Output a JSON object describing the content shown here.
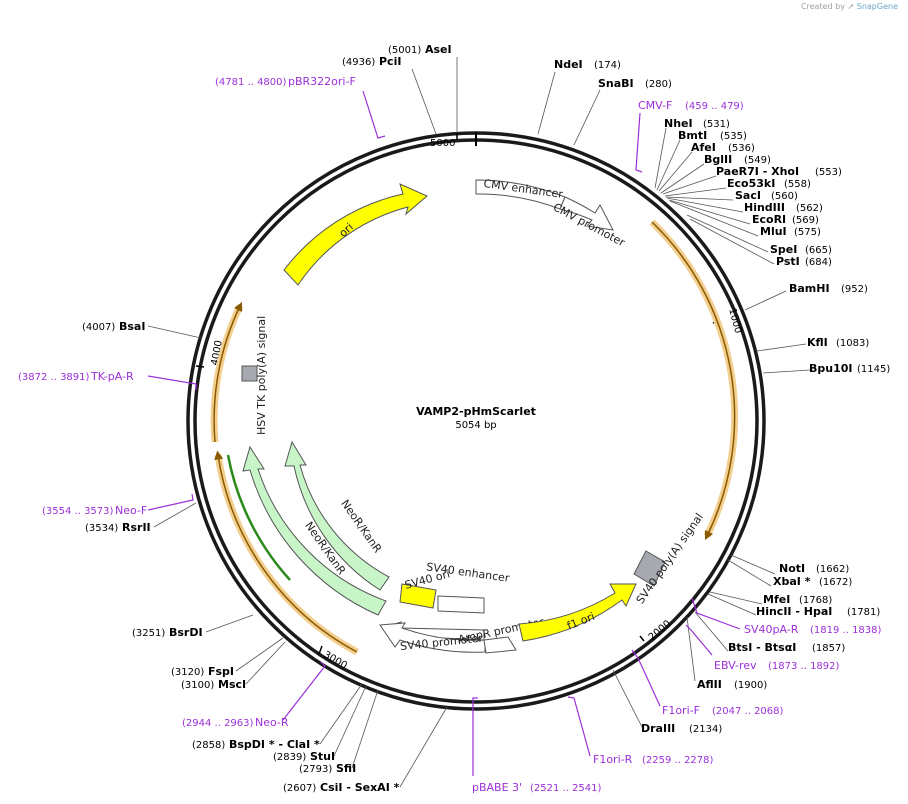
{
  "credit": {
    "prefix": "Created by",
    "brand": "SnapGene"
  },
  "plasmid": {
    "name": "VAMP2-pHmScarlet",
    "length": "5054 bp"
  },
  "ticks": [
    "1000",
    "2000",
    "3000",
    "4000",
    "5000"
  ],
  "enzymes_right": [
    {
      "name": "NdeI",
      "pos": "(174)"
    },
    {
      "name": "SnaBI",
      "pos": "(280)"
    },
    {
      "name": "NheI",
      "pos": "(531)"
    },
    {
      "name": "BmtI",
      "pos": "(535)"
    },
    {
      "name": "AfeI",
      "pos": "(536)"
    },
    {
      "name": "BglII",
      "pos": "(549)"
    },
    {
      "name": "PaeR7I - XhoI",
      "pos": "(553)"
    },
    {
      "name": "Eco53kI",
      "pos": "(558)"
    },
    {
      "name": "SacI",
      "pos": "(560)"
    },
    {
      "name": "HindIII",
      "pos": "(562)"
    },
    {
      "name": "EcoRI",
      "pos": "(569)"
    },
    {
      "name": "MluI",
      "pos": "(575)"
    },
    {
      "name": "SpeI",
      "pos": "(665)"
    },
    {
      "name": "PstI",
      "pos": "(684)"
    },
    {
      "name": "BamHI",
      "pos": "(952)"
    },
    {
      "name": "KflI",
      "pos": "(1083)"
    },
    {
      "name": "Bpu10I",
      "pos": "(1145)"
    },
    {
      "name": "NotI",
      "pos": "(1662)"
    },
    {
      "name": "XbaI *",
      "pos": "(1672)"
    },
    {
      "name": "MfeI",
      "pos": "(1768)"
    },
    {
      "name": "HincII - HpaI",
      "pos": "(1781)"
    },
    {
      "name": "BtsI - BtsαI",
      "pos": "(1857)"
    },
    {
      "name": "AflII",
      "pos": "(1900)"
    },
    {
      "name": "DraIII",
      "pos": "(2134)"
    }
  ],
  "enzymes_left": [
    {
      "name": "AseI",
      "pos": "(5001)"
    },
    {
      "name": "PciI",
      "pos": "(4936)"
    },
    {
      "name": "BsaI",
      "pos": "(4007)"
    },
    {
      "name": "RsrII",
      "pos": "(3534)"
    },
    {
      "name": "BsrDI",
      "pos": "(3251)"
    },
    {
      "name": "FspI",
      "pos": "(3120)"
    },
    {
      "name": "MscI",
      "pos": "(3100)"
    },
    {
      "name": "BspDI * - ClaI *",
      "pos": "(2858)"
    },
    {
      "name": "StuI",
      "pos": "(2839)"
    },
    {
      "name": "SfiI",
      "pos": "(2793)"
    },
    {
      "name": "CsiI - SexAI *",
      "pos": "(2607)"
    }
  ],
  "primers": [
    {
      "name": "pBR322ori-F",
      "pos": "(4781 .. 4800)"
    },
    {
      "name": "CMV-F",
      "pos": "(459 .. 479)"
    },
    {
      "name": "TK-pA-R",
      "pos": "(3872 .. 3891)"
    },
    {
      "name": "Neo-F",
      "pos": "(3554 .. 3573)"
    },
    {
      "name": "SV40pA-R",
      "pos": "(1819 .. 1838)"
    },
    {
      "name": "EBV-rev",
      "pos": "(1873 .. 1892)"
    },
    {
      "name": "F1ori-F",
      "pos": "(2047 .. 2068)"
    },
    {
      "name": "F1ori-R",
      "pos": "(2259 .. 2278)"
    },
    {
      "name": "pBABE 3'",
      "pos": "(2521 .. 2541)"
    },
    {
      "name": "Neo-R",
      "pos": "(2944 .. 2963)"
    }
  ],
  "features": {
    "cmv_enhancer": "CMV enhancer",
    "cmv_promoter": "CMV promoter",
    "ori": "ori",
    "hsv_tk": "HSV TK poly(A) signal",
    "neo1": "NeoR/KanR",
    "neo2": "NeoR/KanR",
    "sv40_enhancer": "SV40 enhancer",
    "sv40_ori": "SV40 ori",
    "sv40_promoter": "SV40 promoter",
    "ampr_promoter": "AmpR promoter",
    "f1_ori": "f1 ori",
    "sv40_polya": "SV40 poly(A) signal"
  },
  "colors": {
    "backbone": "#1a1a1a",
    "orange_feature": "#e8a33c",
    "ori_yellow": "#ffff00",
    "neo_green": "#c8f5c8",
    "primer_purple": "#9b30d9",
    "polya_gray": "#a6aab0"
  }
}
